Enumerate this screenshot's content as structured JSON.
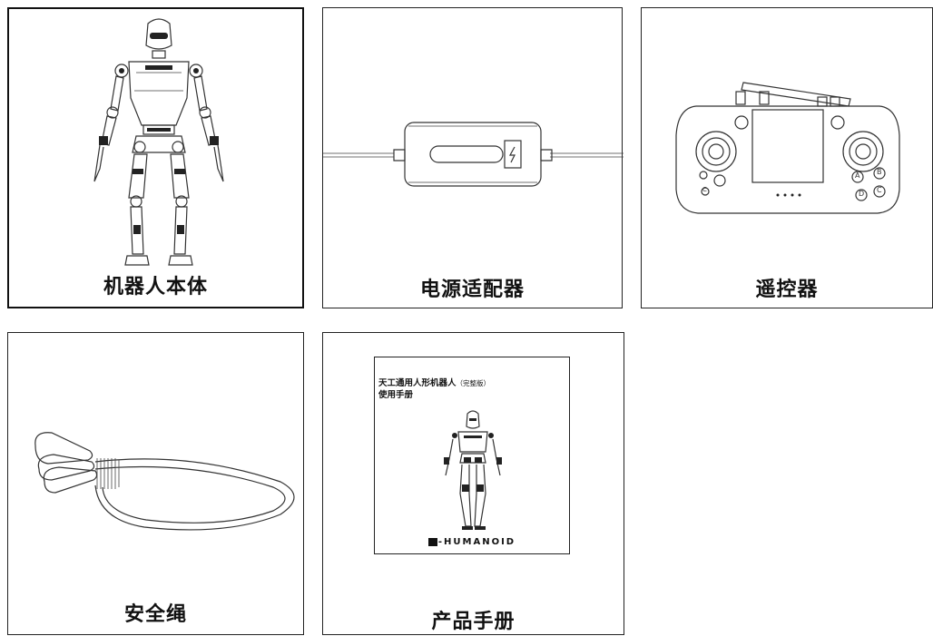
{
  "items": [
    {
      "label": "机器人本体"
    },
    {
      "label": "电源适配器"
    },
    {
      "label": "遥控器"
    },
    {
      "label": "安全绳"
    },
    {
      "label": "产品手册"
    }
  ],
  "manual": {
    "title": "天工通用人形机器人",
    "edition": "（完整版）",
    "subtitle": "使用手册",
    "brand": "HUMANOID",
    "brand_separator": "-"
  },
  "remote": {
    "button_labels": [
      "A",
      "B",
      "C",
      "D",
      "C"
    ]
  }
}
